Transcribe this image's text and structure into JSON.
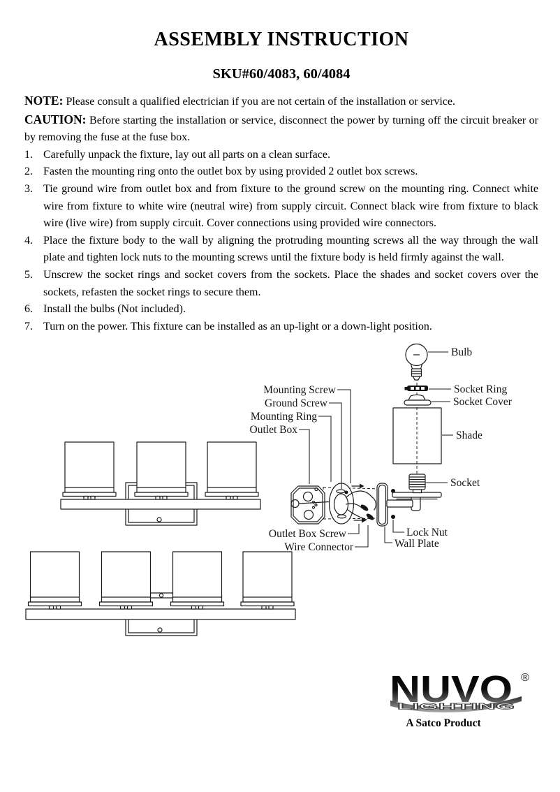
{
  "title": "ASSEMBLY INSTRUCTION",
  "sku": "SKU#60/4083, 60/4084",
  "note": {
    "label": "NOTE:",
    "text": "Please consult a qualified electrician if you are not certain of the installation or service."
  },
  "caution": {
    "label": "CAUTION:",
    "text": "Before starting the installation or service, disconnect the power by turning off the circuit breaker or by removing the fuse at the fuse box."
  },
  "steps": [
    {
      "num": "1.",
      "text": "Carefully unpack the fixture, lay out all parts on a clean surface."
    },
    {
      "num": "2.",
      "text": "Fasten the mounting ring onto the outlet box by using provided 2 outlet box screws."
    },
    {
      "num": "3.",
      "text": "Tie ground wire from outlet box and from fixture to the ground screw on the mounting ring. Connect white wire from fixture to white wire (neutral wire) from supply circuit. Connect black wire from fixture to black wire (live wire) from supply circuit. Cover connections using provided wire connectors."
    },
    {
      "num": "4.",
      "text": "Place the fixture body to the wall by aligning the protruding mounting screws all the way through the wall plate and tighten lock nuts to the mounting screws until the fixture body is held firmly against the wall."
    },
    {
      "num": "5.",
      "text": "Unscrew the socket rings and socket covers from the sockets. Place the shades and socket covers over the sockets, refasten the socket rings to secure them."
    },
    {
      "num": "6.",
      "text": "Install the bulbs (Not included)."
    },
    {
      "num": "7.",
      "text": "Turn on the power. This fixture can be installed as an up-light or a down-light position."
    }
  ],
  "diagram_labels": {
    "bulb": "Bulb",
    "socket_ring": "Socket Ring",
    "socket_cover": "Socket Cover",
    "shade": "Shade",
    "socket": "Socket",
    "mounting_screw": "Mounting Screw",
    "ground_screw": "Ground Screw",
    "mounting_ring": "Mounting Ring",
    "outlet_box": "Outlet Box",
    "outlet_box_screw": "Outlet Box Screw",
    "wire_connector": "Wire Connector",
    "lock_nut": "Lock Nut",
    "wall_plate": "Wall Plate"
  },
  "logo": {
    "brand": "NUVO",
    "sub": "LIGHTING",
    "registered": "®",
    "tagline": "A Satco Product"
  },
  "colors": {
    "ink": "#000000",
    "line": "#1c1c1c",
    "paper": "#ffffff"
  }
}
